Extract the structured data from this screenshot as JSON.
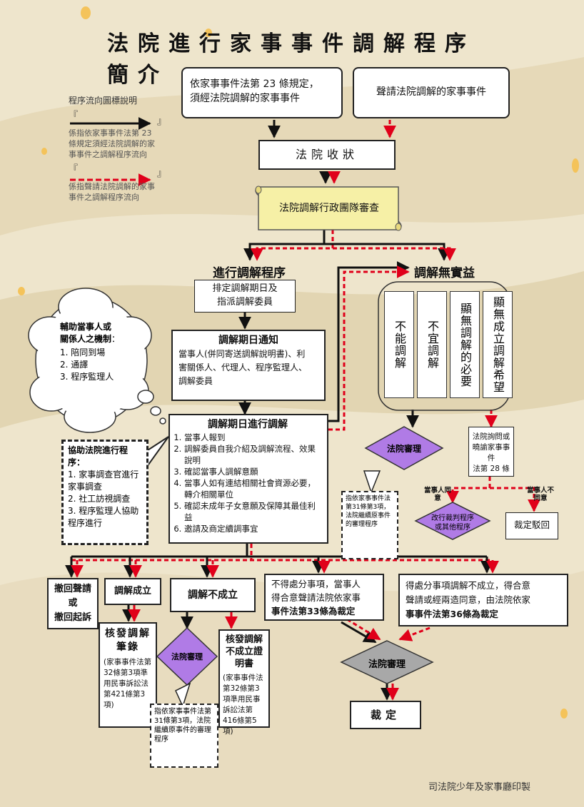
{
  "title": "法院進行家事事件調解程序簡介",
  "footer": "司法院少年及家事廳印製",
  "colors": {
    "black_flow": "#111111",
    "red_flow": "#e0001a",
    "diamond_purple": "#b07be6",
    "diamond_gray": "#a8a8a8",
    "scroll_yellow": "#f6f0a6"
  },
  "legend": {
    "heading": "程序流向圖標說明",
    "black_desc_1": "係指依家事事件法第 23",
    "black_desc_2": "條規定須經法院調解的家",
    "black_desc_3": "事事件之調解程序流向",
    "red_desc_1": "係指聲請法院調解的家事",
    "red_desc_2": "事件之調解程序流向",
    "open_mark": "『",
    "close_mark": "』"
  },
  "top": {
    "mandatory_1": "依家事事件法第 23 條規定，",
    "mandatory_2": "須經法院調解的家事事件",
    "voluntary": "聲請法院調解的家事事件"
  },
  "court_receives": "法院收狀",
  "admin_review": "法院調解行政團隊審查",
  "proceed_header": "進行調解程序",
  "no_benefit_header": "調解無實益",
  "schedule_1": "排定調解期日及",
  "schedule_2": "指派調解委員",
  "notice": {
    "title": "調解期日通知",
    "line1": "當事人(併同寄送調解說明書)、利",
    "line2": "害關係人、代理人、程序監理人、",
    "line3": "調解委員"
  },
  "assist_bubble": {
    "title_1": "輔助當事人或",
    "title_2": "關係人之機制",
    "colon": "：",
    "items": [
      "1. 陪同到場",
      "2. 通譯",
      "3. 程序監理人"
    ]
  },
  "session": {
    "title": "調解期日進行調解",
    "items": [
      "當事人報到",
      "調解委員自我介紹及調解流程、效果說明",
      "確認當事人調解意願",
      "當事人如有連結相關社會資源必要，轉介相關單位",
      "確認未成年子女意願及保障其最佳利益",
      "邀請及商定續調事宜"
    ]
  },
  "court_assist": {
    "title_1": "協助法院進行程",
    "title_2": "序：",
    "items": [
      "1. 家事調查官進行家事調查",
      "2. 社工訪視調查",
      "3. 程序監理人協助程序進行"
    ]
  },
  "no_benefit_reasons": [
    "不能調解",
    "不宜調解",
    "顯無調解的必要",
    "顯無成立調解希望"
  ],
  "court_review_label": "法院審理",
  "art31_note_right": "指依家事事件法第31條第3項，法院繼續原事件的審理程序",
  "court_ask": {
    "line1": "法院詢問或",
    "line2": "曉諭家事事件",
    "line3": "法第 28 條"
  },
  "party_agree": "當事人同意",
  "party_disagree": "當事人不同意",
  "change_procedure_1": "改行裁判程序",
  "change_procedure_2": "或其他程序",
  "dismiss": "裁定駁回",
  "outcomes": {
    "withdraw_1": "撤回聲請",
    "withdraw_2": "或",
    "withdraw_3": "撤回起訴",
    "success": "調解成立",
    "fail": "調解不成立"
  },
  "record": {
    "title": "核發調解筆錄",
    "body": "(家事事件法第32條第3項準用民事訴訟法第421條第3項)"
  },
  "fail_cert": {
    "title": "核發調解不成立證明書",
    "body": "(家事事件法第32條第3項準用民事訴訟法第416條第5項)"
  },
  "art31_note_left": "指依家事事件法第31條第3項，法院繼續原事件的審理程序",
  "art33": {
    "line1": "不得處分事項，當事人",
    "line2": "得合意聲請法院依家事",
    "line3": "事件法第33條為裁定"
  },
  "art36": {
    "line1": "得處分事項調解不成立，得合意",
    "line2": "聲請或經兩造同意，由法院依家",
    "line3": "事事件法第36條為裁定"
  },
  "ruling": "裁定"
}
